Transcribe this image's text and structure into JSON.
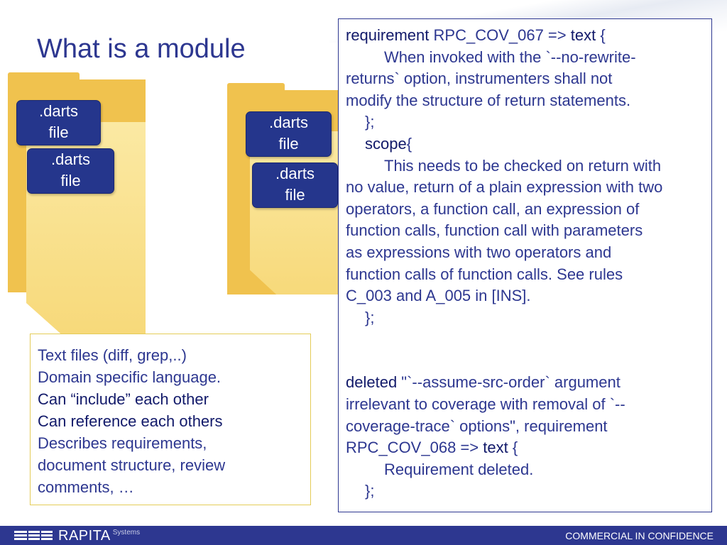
{
  "slide": {
    "title": "What is a module",
    "folder_left": {
      "file_a": [
        ".darts",
        "file"
      ],
      "file_b": [
        ".darts",
        "file"
      ]
    },
    "folder_right": {
      "file_a": [
        ".darts",
        "file"
      ],
      "file_b": [
        ".darts",
        "file"
      ]
    },
    "info_box": {
      "lines": [
        "Text files (diff, grep,..)",
        "Domain specific language.",
        "Can “include” each other",
        "Can reference each others",
        "Describes requirements,",
        "document structure, review",
        "comments, …"
      ]
    },
    "code": {
      "l1_kw": "requirement",
      "l1_rest": " RPC_COV_067 => ",
      "l1_kw2": "text",
      "l1_end": " {",
      "l2": "When invoked with the `--no-rewrite-",
      "l3": "returns` option, instrumenters shall not",
      "l4": "modify the structure of return statements.",
      "l5": "};",
      "l6_kw": "scope",
      "l6_end": "{",
      "l7": "This needs to be checked on return with",
      "l8": "no value, return of a plain expression with two",
      "l9": "operators, a function call, an expression of",
      "l10": "function calls, function call with parameters",
      "l11": "as expressions with two operators and",
      "l12": "function calls of function calls. See rules",
      "l13": "C_003 and A_005 in [INS].",
      "l14": "};",
      "d1_kw": "deleted",
      "d1_rest": "  \"`--assume-src-order` argument",
      "d2": "irrelevant to coverage with removal of `--",
      "d3": "coverage-trace` options\", requirement",
      "d4_rest": "RPC_COV_068 => ",
      "d4_kw": "text",
      "d4_end": " {",
      "d5": "Requirement deleted.",
      "d6": "};"
    }
  },
  "footer": {
    "logo_text": "RAPITA",
    "logo_sub": "Systems",
    "confidential": "COMMERCIAL IN CONFIDENCE"
  },
  "colors": {
    "navy": "#2d3790",
    "folder_yellow": "#f0c24e",
    "file_box": "#25368c",
    "info_border": "#e4cc58"
  }
}
